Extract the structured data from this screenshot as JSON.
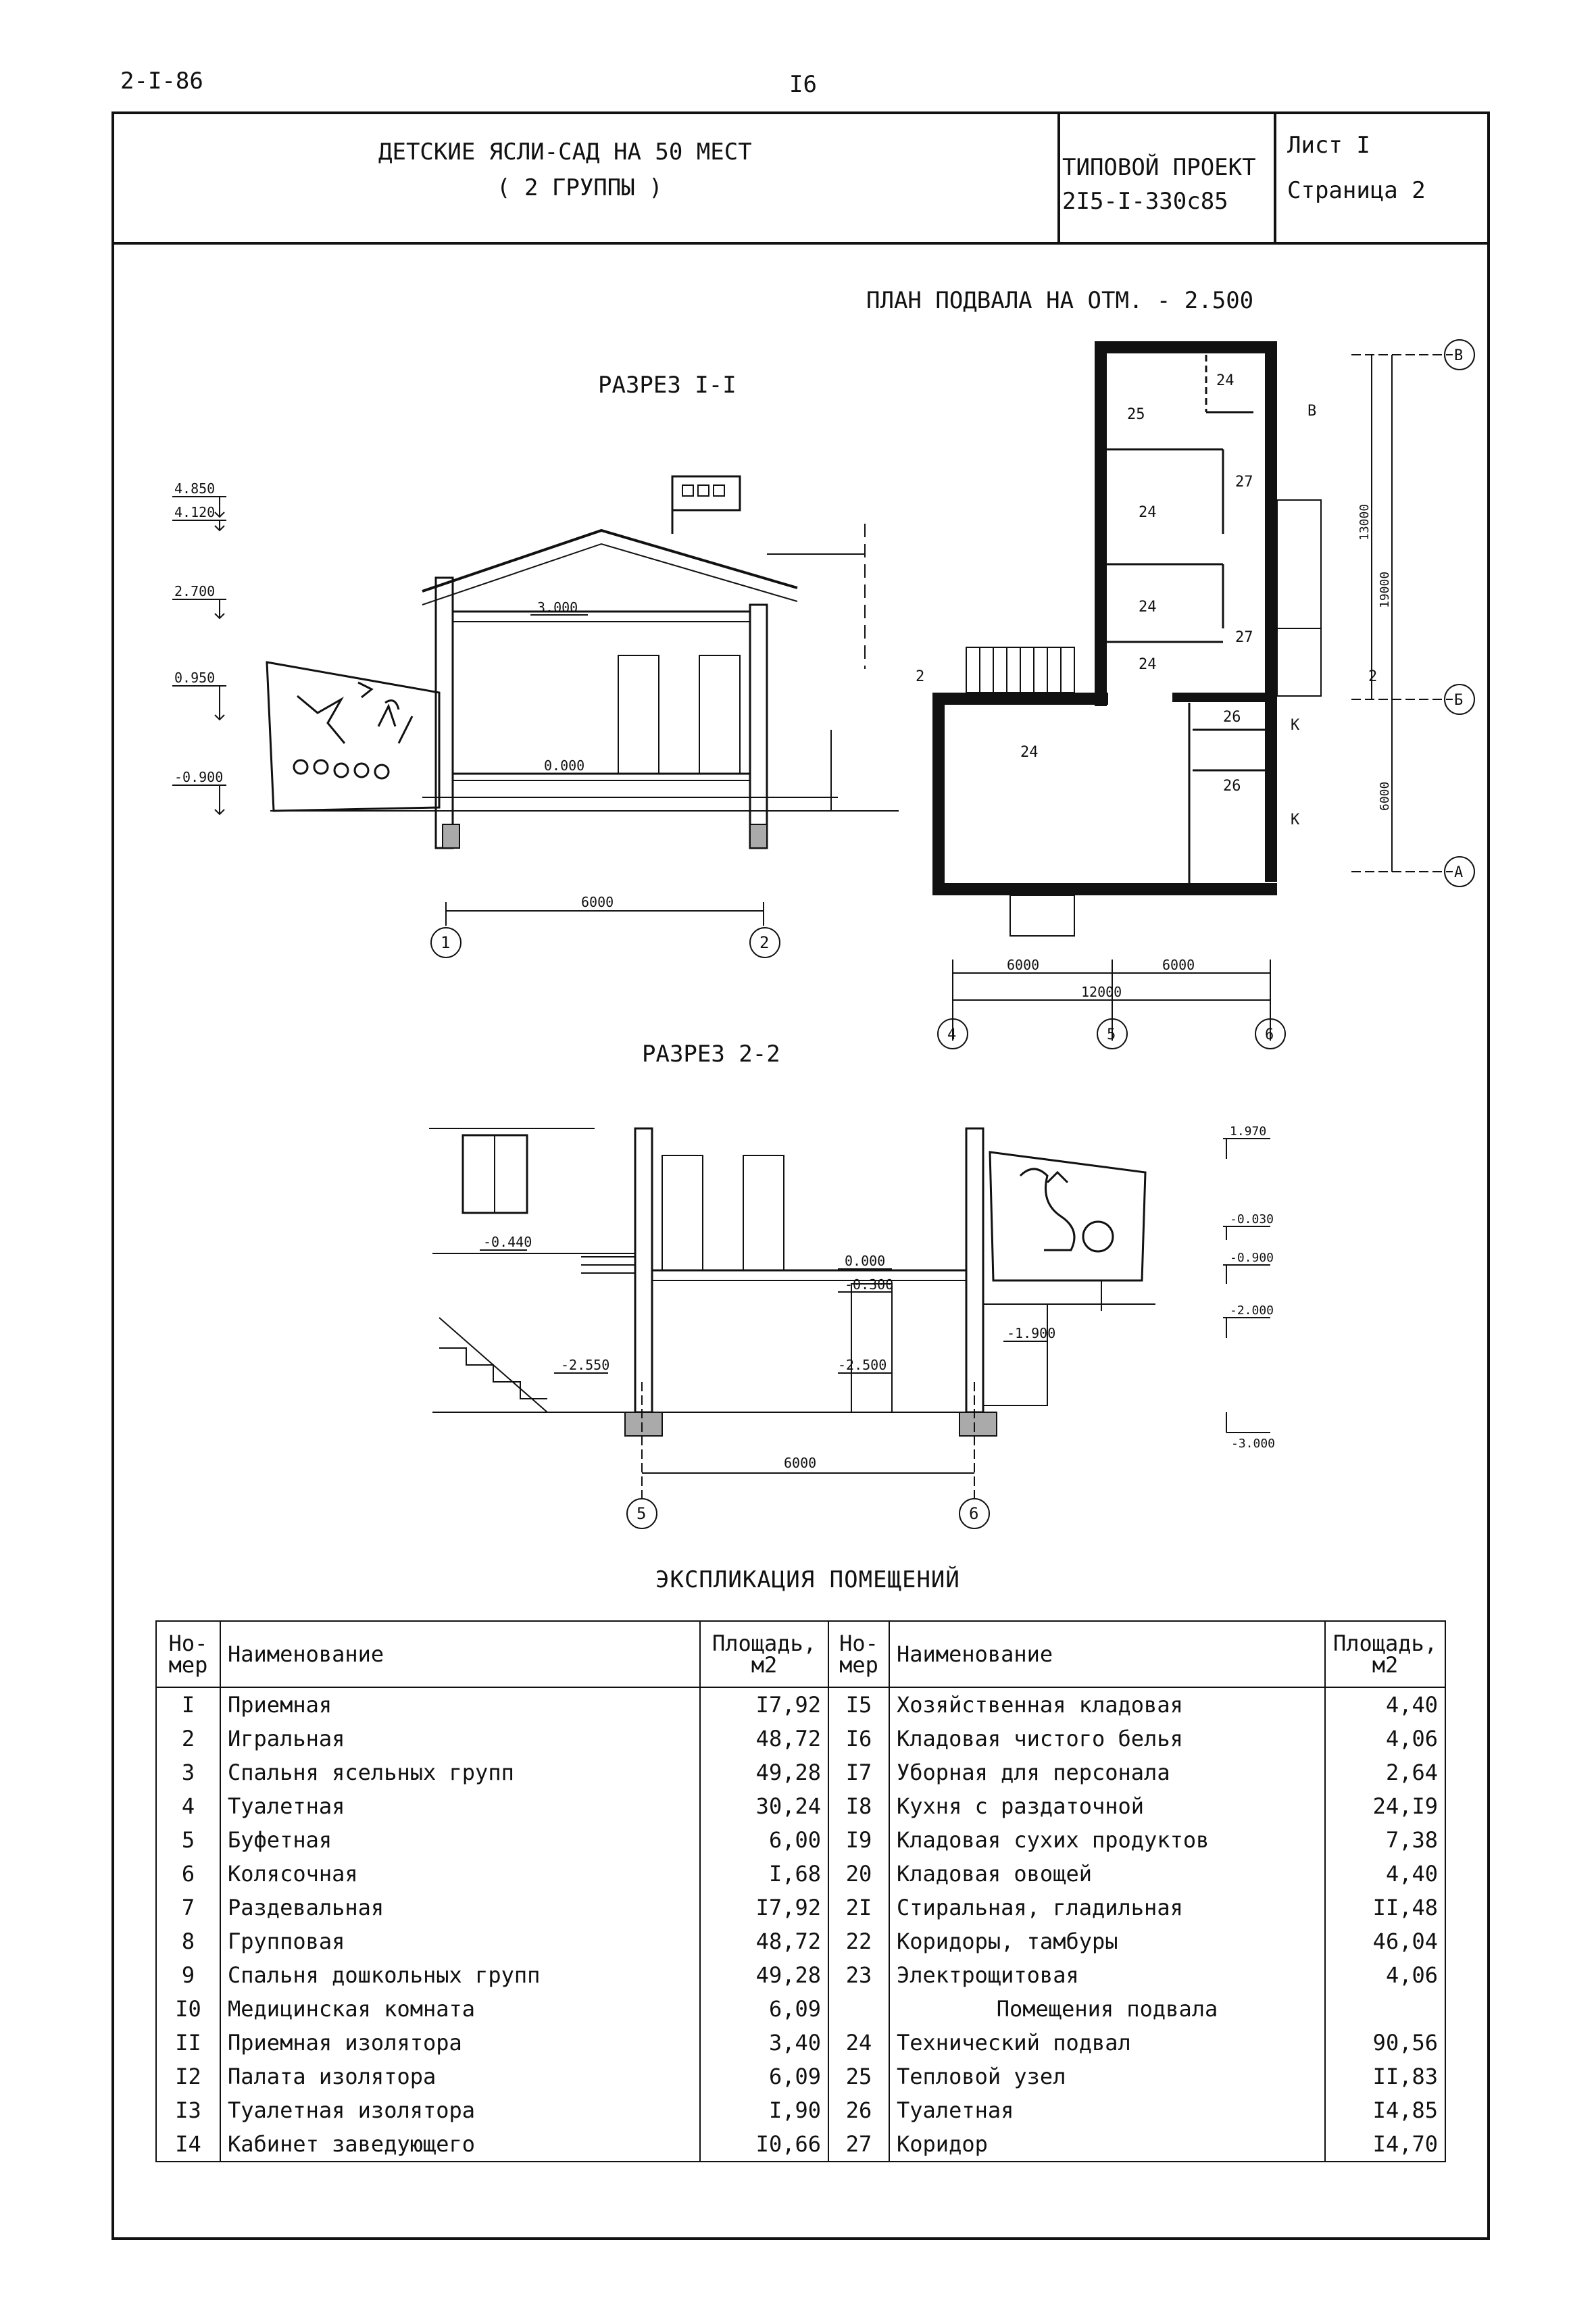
{
  "page": {
    "series_code": "2-I-86",
    "page_number": "I6"
  },
  "title_block": {
    "title_line1": "ДЕТСКИЕ ЯСЛИ-САД НА 50 МЕСТ",
    "title_line2": "( 2 ГРУППЫ )",
    "project_label": "ТИПОВОЙ ПРОЕКТ",
    "project_code": "2I5-I-330с85",
    "sheet": "Лист I",
    "page": "Страница 2"
  },
  "drawings": {
    "plan_title": "ПЛАН ПОДВАЛА НА ОТМ. - 2.500",
    "section1_title": "РАЗРЕЗ I-I",
    "section2_title": "РАЗРЕЗ 2-2",
    "section1": {
      "levels": [
        "4.850",
        "4.120",
        "2.700",
        "0.950",
        "-0.900"
      ],
      "inner_levels": [
        "3.000",
        "0.000"
      ],
      "dim": "6000",
      "axes": [
        "1",
        "2"
      ]
    },
    "plan": {
      "rooms": [
        "25",
        "24",
        "27",
        "24",
        "24",
        "27",
        "24",
        "24",
        "26",
        "26"
      ],
      "axes_x": [
        "4",
        "5",
        "6"
      ],
      "axes_y": [
        "В",
        "Б",
        "А"
      ],
      "dims_x": [
        "6000",
        "6000",
        "12000"
      ],
      "dims_y": [
        "13000",
        "19000",
        "6000"
      ],
      "marks": [
        "2",
        "2",
        "В",
        "К",
        "К"
      ]
    },
    "section2": {
      "levels_left": [
        "-0.440",
        "-2.550"
      ],
      "levels_inner": [
        "0.000",
        "-0.300",
        "-2.500",
        "-1.900"
      ],
      "levels_right": [
        "1.970",
        "-0.030",
        "-0.900",
        "-2.000",
        "-3.000"
      ],
      "dim": "6000",
      "axes": [
        "5",
        "6"
      ]
    }
  },
  "explication": {
    "title": "ЭКСПЛИКАЦИЯ ПОМЕЩЕНИЙ",
    "headers": {
      "num": "Но-\nмер",
      "name": "Наименование",
      "area": "Площадь,\nм2"
    },
    "left": [
      {
        "num": "I",
        "name": "Приемная",
        "area": "I7,92"
      },
      {
        "num": "2",
        "name": "Игральная",
        "area": "48,72"
      },
      {
        "num": "3",
        "name": "Спальня ясельных групп",
        "area": "49,28"
      },
      {
        "num": "4",
        "name": "Туалетная",
        "area": "30,24"
      },
      {
        "num": "5",
        "name": "Буфетная",
        "area": "6,00"
      },
      {
        "num": "6",
        "name": "Колясочная",
        "area": "I,68"
      },
      {
        "num": "7",
        "name": "Раздевальная",
        "area": "I7,92"
      },
      {
        "num": "8",
        "name": "Групповая",
        "area": "48,72"
      },
      {
        "num": "9",
        "name": "Спальня дошкольных групп",
        "area": "49,28"
      },
      {
        "num": "I0",
        "name": "Медицинская комната",
        "area": "6,09"
      },
      {
        "num": "II",
        "name": "Приемная изолятора",
        "area": "3,40"
      },
      {
        "num": "I2",
        "name": "Палата изолятора",
        "area": "6,09"
      },
      {
        "num": "I3",
        "name": "Туалетная изолятора",
        "area": "I,90"
      },
      {
        "num": "I4",
        "name": "Кабинет заведующего",
        "area": "I0,66"
      }
    ],
    "right": [
      {
        "num": "I5",
        "name": "Хозяйственная кладовая",
        "area": "4,40"
      },
      {
        "num": "I6",
        "name": "Кладовая чистого белья",
        "area": "4,06"
      },
      {
        "num": "I7",
        "name": "Уборная для персонала",
        "area": "2,64"
      },
      {
        "num": "I8",
        "name": "Кухня с раздаточной",
        "area": "24,I9"
      },
      {
        "num": "I9",
        "name": "Кладовая сухих продуктов",
        "area": "7,38"
      },
      {
        "num": "20",
        "name": "Кладовая овощей",
        "area": "4,40"
      },
      {
        "num": "2I",
        "name": "Стиральная, гладильная",
        "area": "II,48"
      },
      {
        "num": "22",
        "name": "Коридоры, тамбуры",
        "area": "46,04"
      },
      {
        "num": "23",
        "name": "Электрощитовая",
        "area": "4,06"
      },
      {
        "num": "",
        "name": "Помещения подвала",
        "area": ""
      },
      {
        "num": "24",
        "name": "Технический подвал",
        "area": "90,56"
      },
      {
        "num": "25",
        "name": "Тепловой узел",
        "area": "II,83"
      },
      {
        "num": "26",
        "name": "Туалетная",
        "area": "I4,85"
      },
      {
        "num": "27",
        "name": "Коридор",
        "area": "I4,70"
      }
    ]
  }
}
